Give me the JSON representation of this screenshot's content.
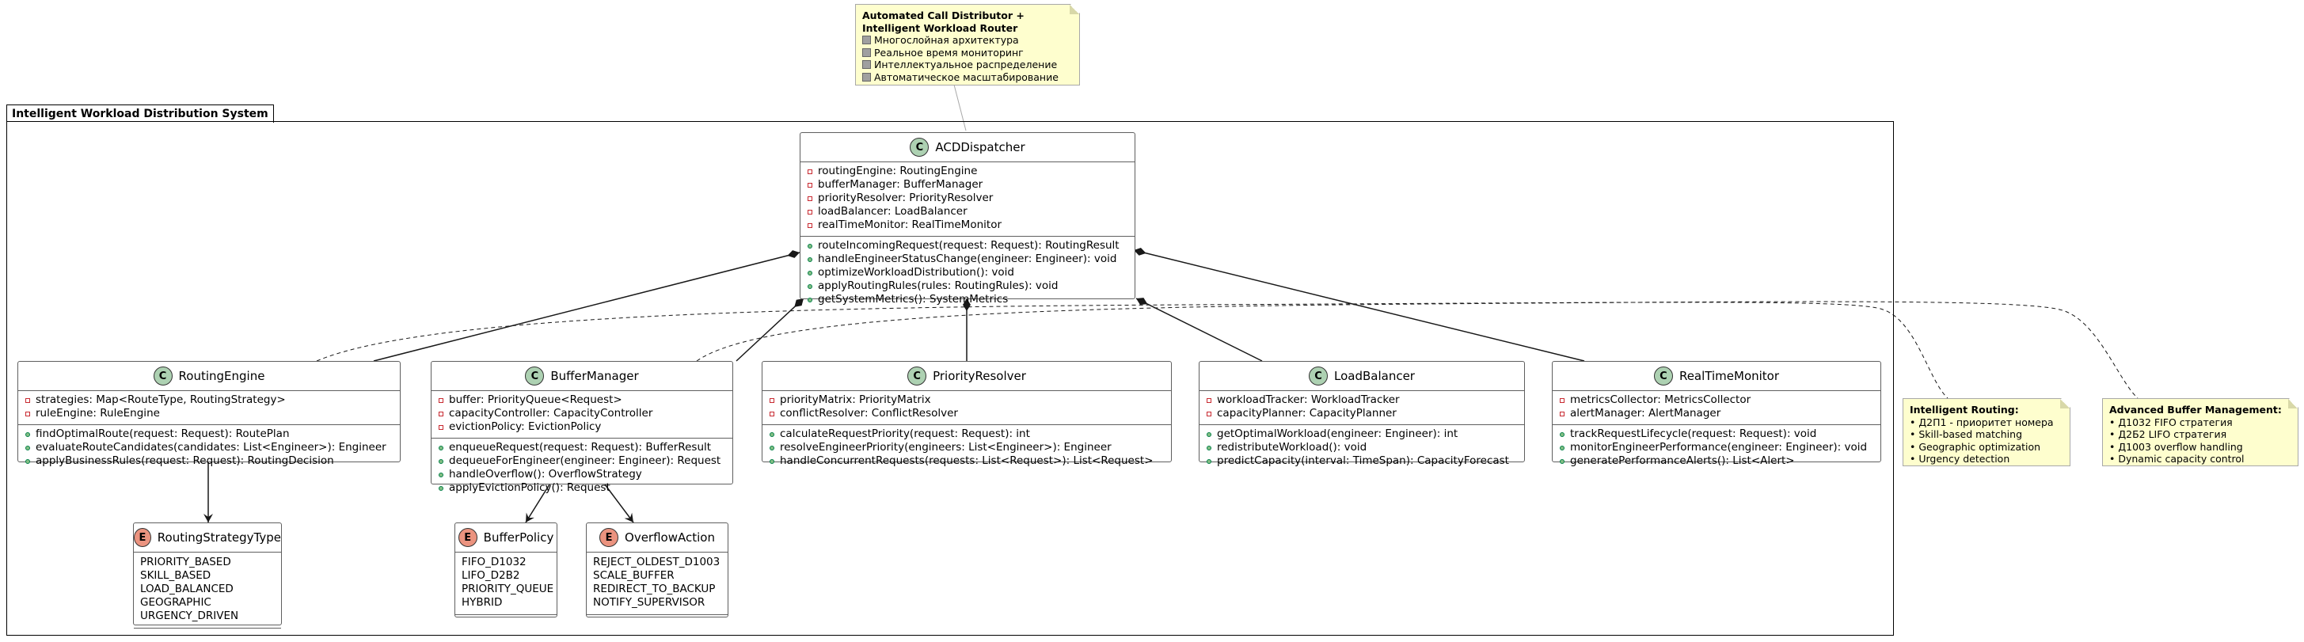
{
  "package": {
    "title": "Intelligent Workload Distribution System"
  },
  "top_note": {
    "title_line1": "Automated Call Distributor +",
    "title_line2": "Intelligent Workload Router",
    "items": [
      "Многослойная архитектура",
      "Реальное время мониторинг",
      "Интеллектуальное распределение",
      "Автоматическое масштабирование"
    ]
  },
  "acd": {
    "name": "ACDDispatcher",
    "stereotype": "C",
    "fields": [
      "routingEngine: RoutingEngine",
      "bufferManager: BufferManager",
      "priorityResolver: PriorityResolver",
      "loadBalancer: LoadBalancer",
      "realTimeMonitor: RealTimeMonitor"
    ],
    "methods": [
      "routeIncomingRequest(request: Request): RoutingResult",
      "handleEngineerStatusChange(engineer: Engineer): void",
      "optimizeWorkloadDistribution(): void",
      "applyRoutingRules(rules: RoutingRules): void",
      "getSystemMetrics(): SystemMetrics"
    ]
  },
  "routing_engine": {
    "name": "RoutingEngine",
    "stereotype": "C",
    "fields": [
      "strategies: Map<RouteType, RoutingStrategy>",
      "ruleEngine: RuleEngine"
    ],
    "methods": [
      "findOptimalRoute(request: Request): RoutePlan",
      "evaluateRouteCandidates(candidates: List<Engineer>): Engineer",
      "applyBusinessRules(request: Request): RoutingDecision"
    ]
  },
  "buffer_manager": {
    "name": "BufferManager",
    "stereotype": "C",
    "fields": [
      "buffer: PriorityQueue<Request>",
      "capacityController: CapacityController",
      "evictionPolicy: EvictionPolicy"
    ],
    "methods": [
      "enqueueRequest(request: Request): BufferResult",
      "dequeueForEngineer(engineer: Engineer): Request",
      "handleOverflow(): OverflowStrategy",
      "applyEvictionPolicy(): Request"
    ]
  },
  "priority_resolver": {
    "name": "PriorityResolver",
    "stereotype": "C",
    "fields": [
      "priorityMatrix: PriorityMatrix",
      "conflictResolver: ConflictResolver"
    ],
    "methods": [
      "calculateRequestPriority(request: Request): int",
      "resolveEngineerPriority(engineers: List<Engineer>): Engineer",
      "handleConcurrentRequests(requests: List<Request>): List<Request>"
    ]
  },
  "load_balancer": {
    "name": "LoadBalancer",
    "stereotype": "C",
    "fields": [
      "workloadTracker: WorkloadTracker",
      "capacityPlanner: CapacityPlanner"
    ],
    "methods": [
      "getOptimalWorkload(engineer: Engineer): int",
      "redistributeWorkload(): void",
      "predictCapacity(interval: TimeSpan): CapacityForecast"
    ]
  },
  "realtime_monitor": {
    "name": "RealTimeMonitor",
    "stereotype": "C",
    "fields": [
      "metricsCollector: MetricsCollector",
      "alertManager: AlertManager"
    ],
    "methods": [
      "trackRequestLifecycle(request: Request): void",
      "monitorEngineerPerformance(engineer: Engineer): void",
      "generatePerformanceAlerts(): List<Alert>"
    ]
  },
  "routing_strategy_type": {
    "name": "RoutingStrategyType",
    "stereotype": "E",
    "values": [
      "PRIORITY_BASED",
      "SKILL_BASED",
      "LOAD_BALANCED",
      "GEOGRAPHIC",
      "URGENCY_DRIVEN"
    ]
  },
  "buffer_policy": {
    "name": "BufferPolicy",
    "stereotype": "E",
    "values": [
      "FIFO_D1032",
      "LIFO_D2B2",
      "PRIORITY_QUEUE",
      "HYBRID"
    ]
  },
  "overflow_action": {
    "name": "OverflowAction",
    "stereotype": "E",
    "values": [
      "REJECT_OLDEST_D1003",
      "SCALE_BUFFER",
      "REDIRECT_TO_BACKUP",
      "NOTIFY_SUPERVISOR"
    ]
  },
  "note_routing": {
    "title": "Intelligent Routing:",
    "items": [
      "• Д2П1 - приоритет номера",
      "• Skill-based matching",
      "• Geographic optimization",
      "• Urgency detection"
    ]
  },
  "note_buffer": {
    "title": "Advanced Buffer Management:",
    "items": [
      "• Д1032 FIFO стратегия",
      "• Д2Б2 LIFO стратегия",
      "• Д1003 overflow handling",
      "• Dynamic capacity control"
    ]
  }
}
